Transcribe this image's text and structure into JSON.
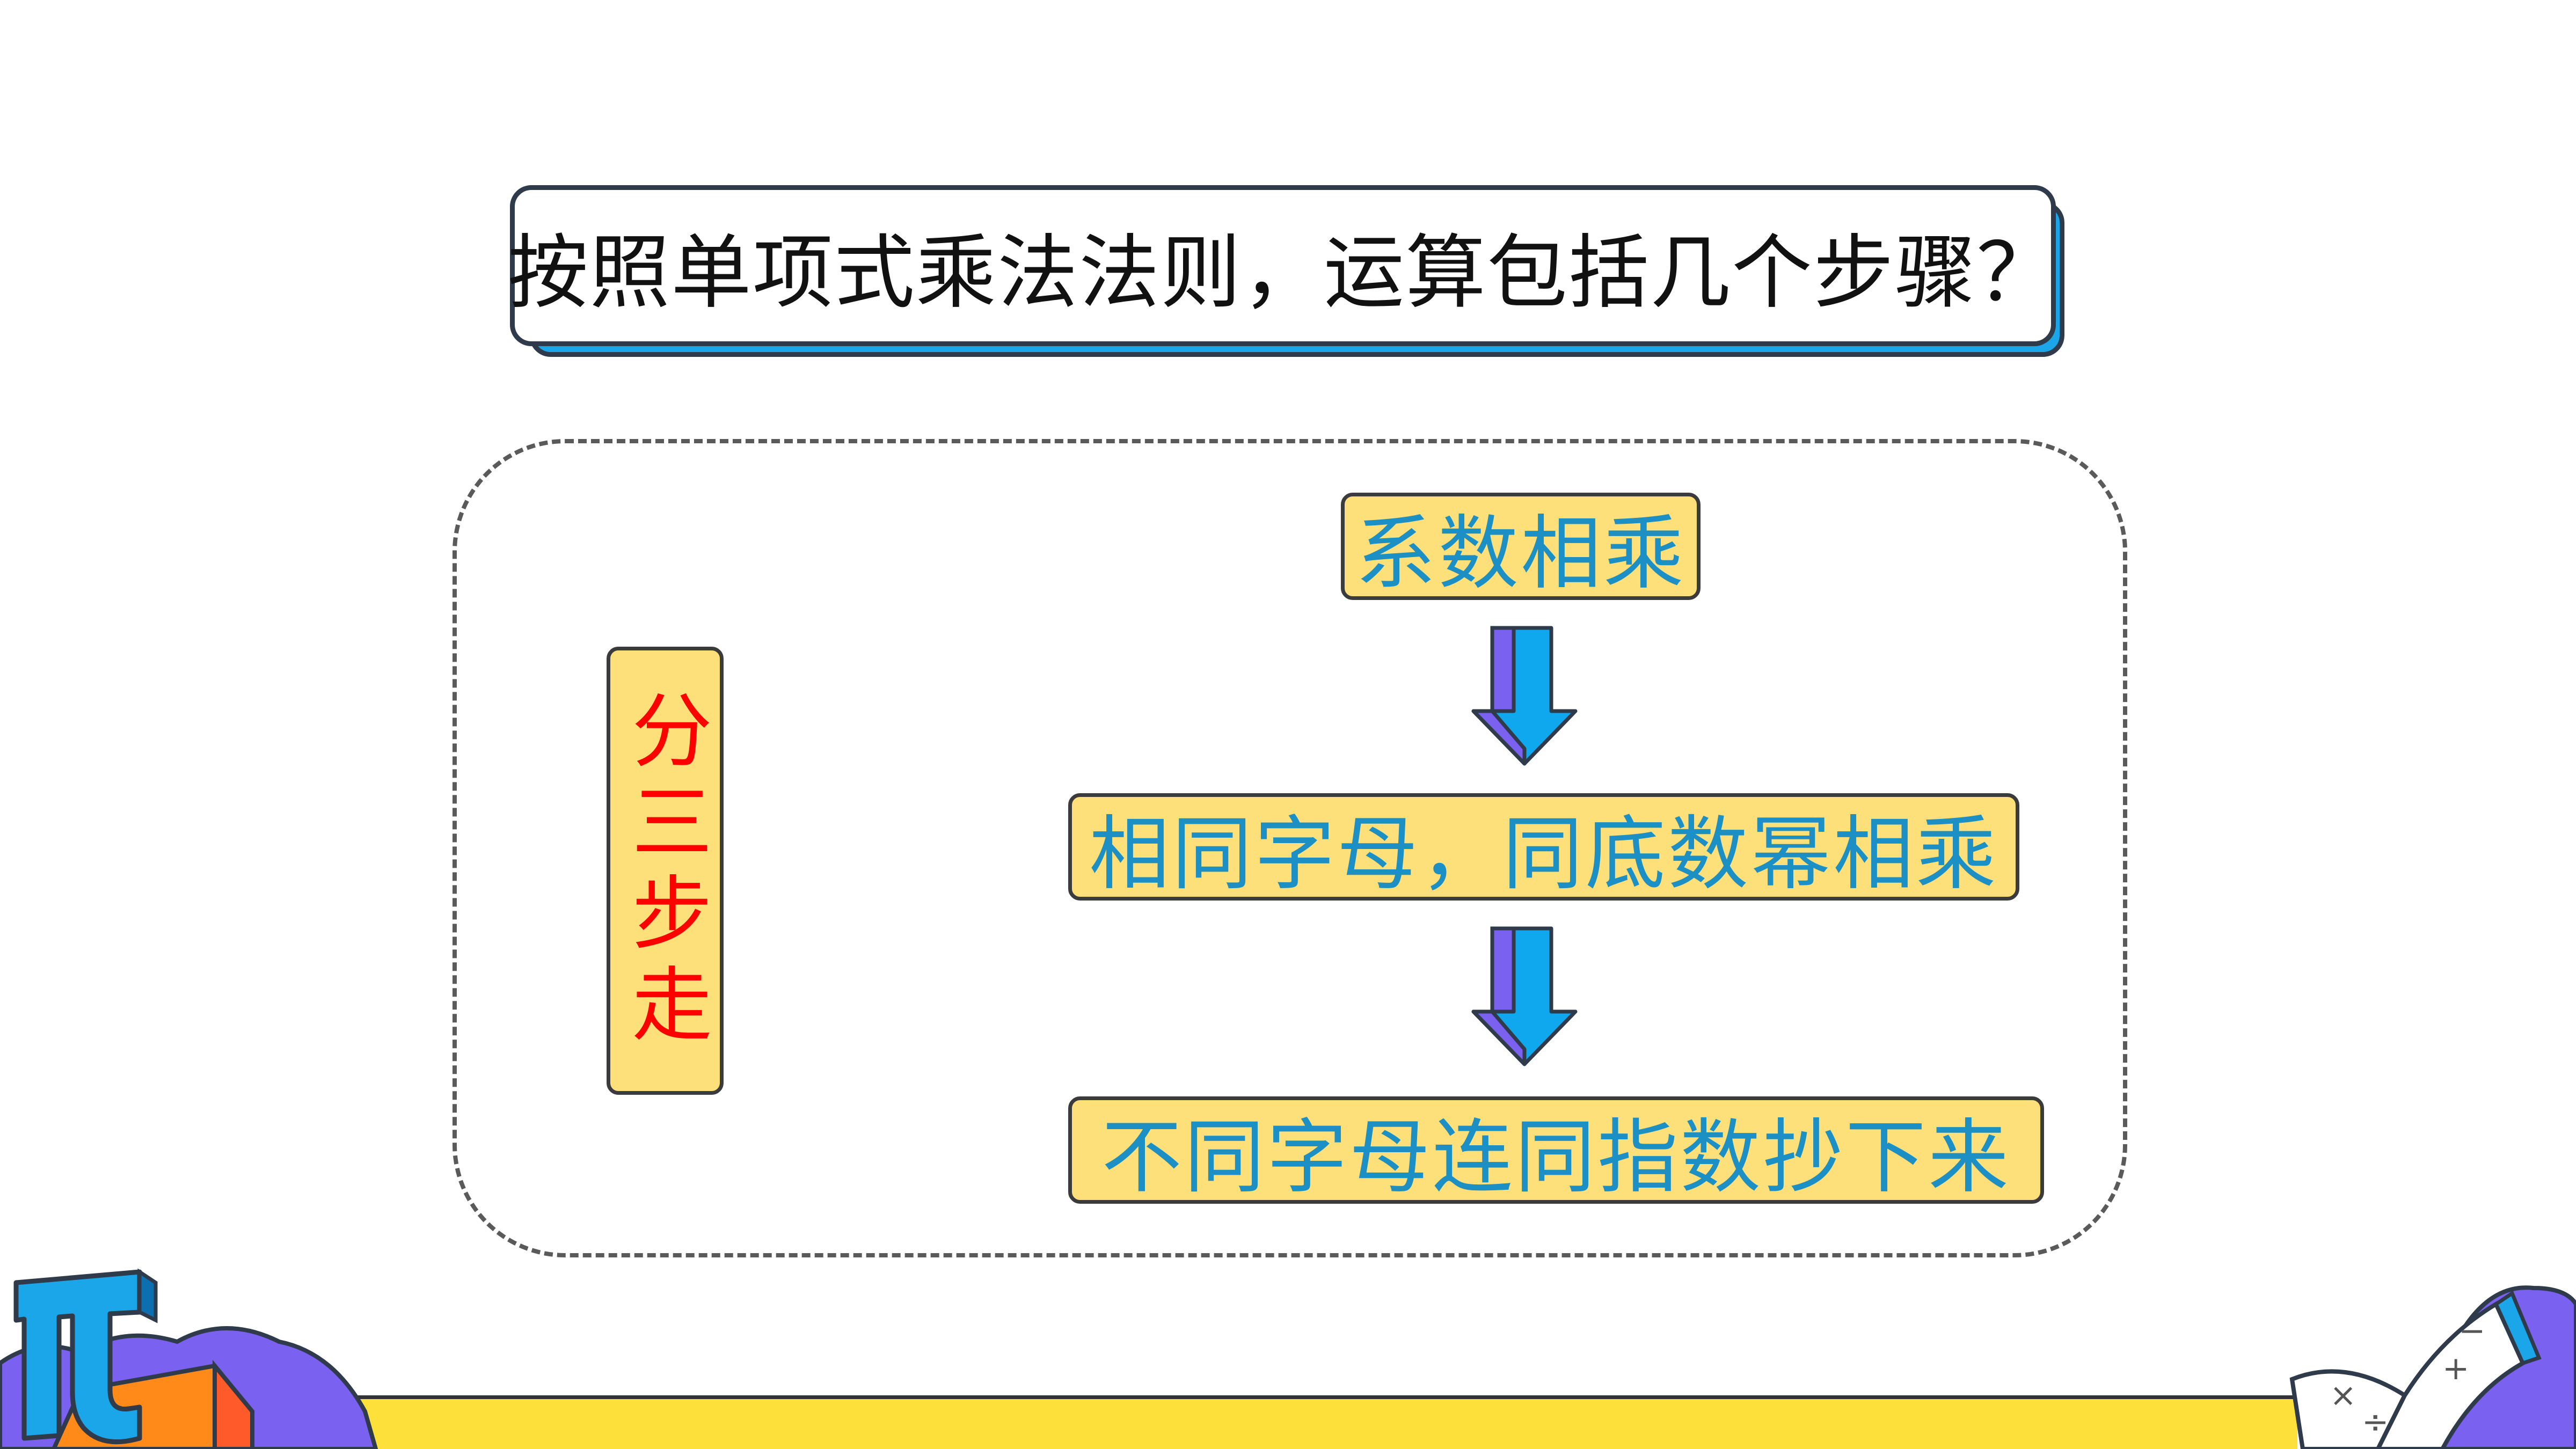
{
  "question": {
    "text": "按照单项式乘法法则，运算包括几个步骤？"
  },
  "side_label": {
    "text": "分三步走"
  },
  "steps": [
    {
      "label": "系数相乘"
    },
    {
      "label": "相同字母，同底数幂相乘"
    },
    {
      "label": "不同字母连同指数抄下来"
    }
  ],
  "colors": {
    "box_fill": "#fde07a",
    "step_text": "#1c8fc4",
    "side_text": "#ff0000",
    "arrow_fill": "#0fa8ef",
    "arrow_side": "#7b61f0",
    "shadow_blue": "#1aa6e8"
  },
  "decorations": {
    "left_icon": "pi-icon",
    "right_icon": "open-book-icon"
  }
}
